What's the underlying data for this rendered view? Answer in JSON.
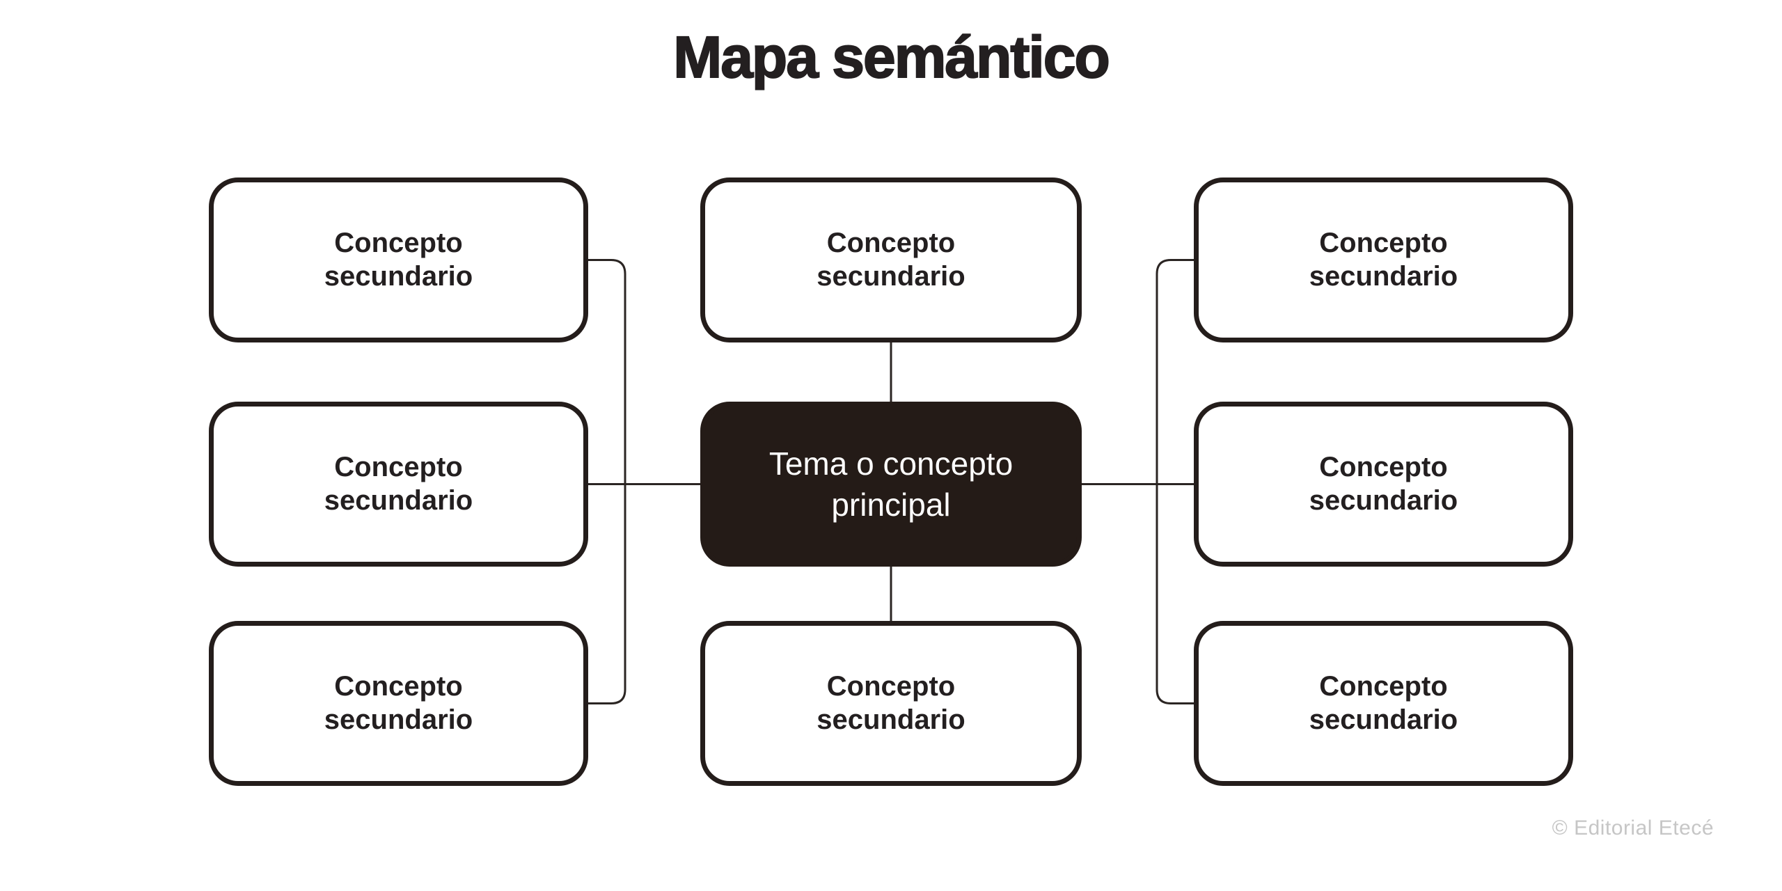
{
  "title": "Mapa semántico",
  "main_node": {
    "label": "Tema o concepto principal"
  },
  "secondary_nodes": [
    {
      "id": "left-top",
      "label": "Concepto secundario"
    },
    {
      "id": "left-middle",
      "label": "Concepto secundario"
    },
    {
      "id": "left-bottom",
      "label": "Concepto secundario"
    },
    {
      "id": "center-top",
      "label": "Concepto secundario"
    },
    {
      "id": "center-bottom",
      "label": "Concepto secundario"
    },
    {
      "id": "right-top",
      "label": "Concepto secundario"
    },
    {
      "id": "right-middle",
      "label": "Concepto secundario"
    },
    {
      "id": "right-bottom",
      "label": "Concepto secundario"
    }
  ],
  "credit": "© Editorial Etecé",
  "colors": {
    "background": "#ffffff",
    "box_border": "#241d1b",
    "main_node_bg": "#241b17",
    "main_node_text": "#fdfdfd",
    "secondary_text": "#231f20",
    "connector_line": "#2b2523",
    "credit_text": "#c6c6c6"
  }
}
